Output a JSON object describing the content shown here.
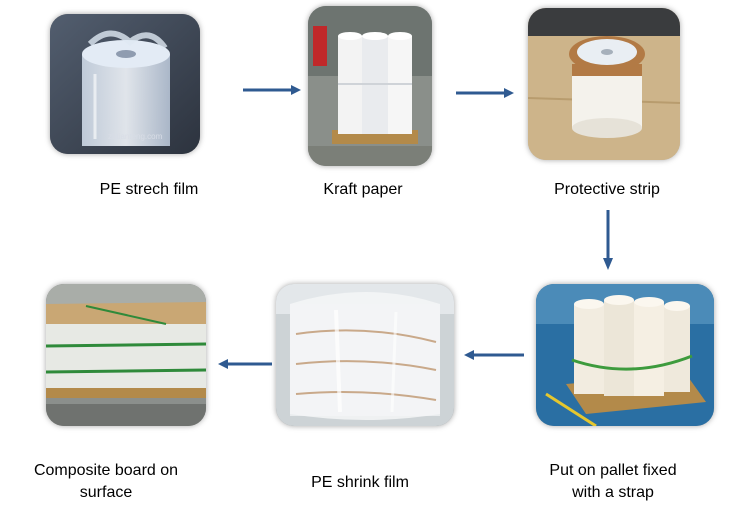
{
  "steps": [
    {
      "caption": "PE strech film",
      "watermark": "zbtianteng.com",
      "icon": "film-roll-photo"
    },
    {
      "caption": "Kraft paper",
      "icon": "paper-rolls-photo"
    },
    {
      "caption": "Protective strip",
      "icon": "protected-roll-photo"
    },
    {
      "caption": "Put on pallet fixed\nwith a strap",
      "icon": "pallet-strap-photo"
    },
    {
      "caption": "PE shrink film",
      "icon": "shrink-wrap-photo"
    },
    {
      "caption": "Composite board on\nsurface",
      "icon": "board-cover-photo"
    }
  ],
  "colors": {
    "arrow": "#2f5a91",
    "caption": "#000000"
  }
}
